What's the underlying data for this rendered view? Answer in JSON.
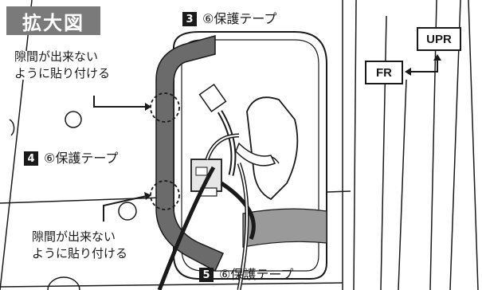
{
  "title": "拡大図",
  "callouts": {
    "step3": {
      "number": "3",
      "text": "⑥保護テープ"
    },
    "step4": {
      "number": "4",
      "text": "⑥保護テープ"
    },
    "step5": {
      "number": "5",
      "text": "⑥保護テープ"
    },
    "note_upper": {
      "line1": "隙間が出来ない",
      "line2": "ように貼り付ける"
    },
    "note_lower": {
      "line1": "隙間が出来ない",
      "line2": "ように貼り付ける"
    }
  },
  "direction": {
    "up_label": "UPR",
    "forward_label": "FR"
  },
  "colors": {
    "tape": "#6b6b6b",
    "badge": "#1a1a1a",
    "title_bg": "#7a7a7a",
    "line": "#1a1a1a"
  }
}
